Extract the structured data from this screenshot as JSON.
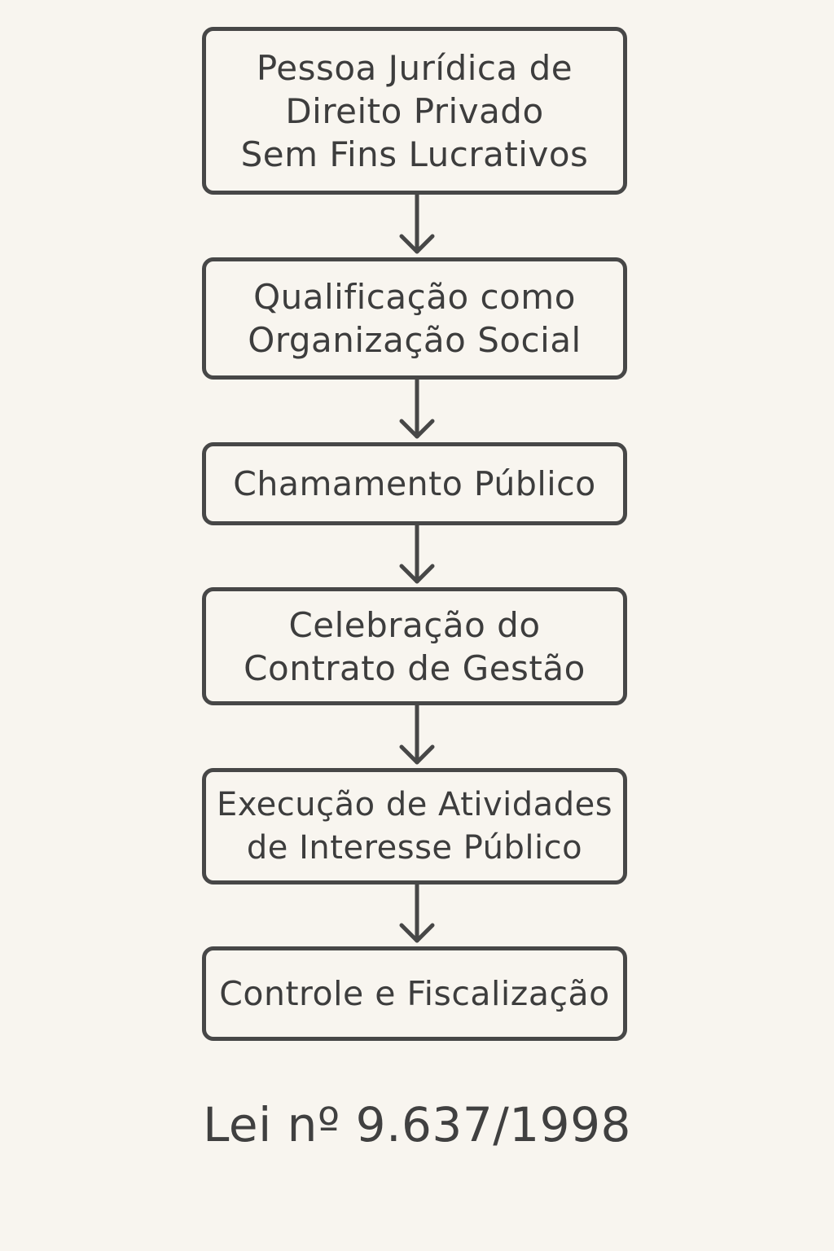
{
  "flowchart": {
    "steps": [
      {
        "lines": [
          "Pessoa Jurídica de",
          "Direito Privado",
          "Sem Fins Lucrativos"
        ]
      },
      {
        "lines": [
          "Qualificação como",
          "Organização Social"
        ]
      },
      {
        "lines": [
          "Chamamento Público"
        ]
      },
      {
        "lines": [
          "Celebração do",
          "Contrato de Gestão"
        ]
      },
      {
        "lines": [
          "Execução de Atividades",
          "de Interesse Público"
        ]
      },
      {
        "lines": [
          "Controle e Fiscalização"
        ]
      }
    ],
    "footer": "Lei nº 9.637/1998"
  },
  "colors": {
    "background": "#f8f5ef",
    "stroke": "#474747",
    "text": "#3d3d3d"
  }
}
